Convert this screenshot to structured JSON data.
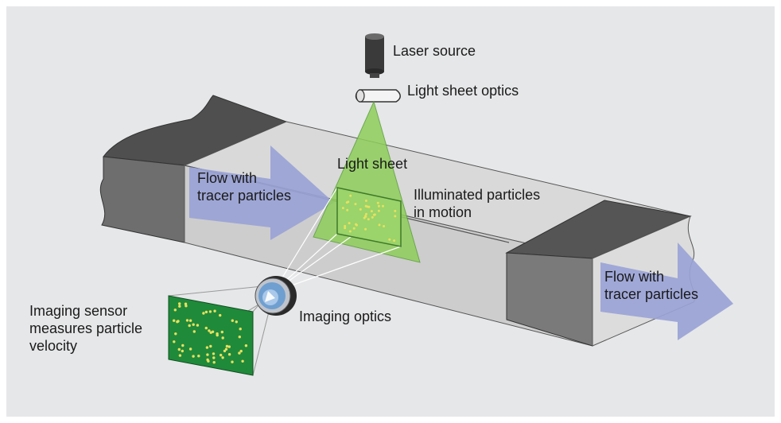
{
  "labels": {
    "laser_source": "Laser source",
    "light_sheet_optics": "Light sheet optics",
    "light_sheet": "Light sheet",
    "flow_in": "Flow with\ntracer particles",
    "illuminated_particles": "Illuminated particles\nin motion",
    "flow_out": "Flow with\ntracer particles",
    "imaging_optics": "Imaging optics",
    "imaging_sensor": "Imaging sensor\nmeasures particle\nvelocity"
  },
  "colors": {
    "background": "#e6e7e9",
    "channel_top": "#d8d8d8",
    "channel_front": "#cfcfcf",
    "channel_dark": "#4a4a4a",
    "channel_dark_side": "#6f6f6f",
    "flow_arrow": "#9aa3d6",
    "light_sheet": "#8fce5a",
    "sensor": "#1f8a3a",
    "particle": "#e8e060"
  }
}
